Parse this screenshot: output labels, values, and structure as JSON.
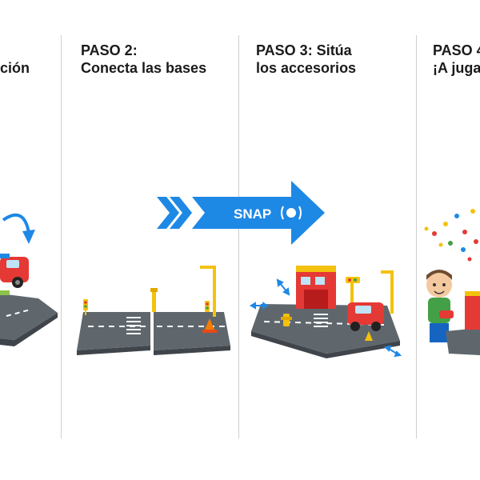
{
  "steps": [
    {
      "title_line1": "",
      "title_line2": "ción"
    },
    {
      "title_line1": "PASO 2:",
      "title_line2": "Conecta las bases"
    },
    {
      "title_line1": "PASO 3: Sitúa",
      "title_line2": "los accesorios"
    },
    {
      "title_line1": "PASO 4",
      "title_line2": "¡A juga"
    }
  ],
  "snap_label": "SNAP",
  "colors": {
    "arrow_blue": "#1e88e5",
    "base_gray": "#5f676d",
    "road_line": "#ffffff",
    "fire_red": "#e53935",
    "accent_yellow": "#f4c20d",
    "divider": "#cfcfcf"
  },
  "icons": [
    "rotate-arrow-icon",
    "snap-vibration-icon",
    "move-arrows-icon",
    "confetti-icon"
  ]
}
